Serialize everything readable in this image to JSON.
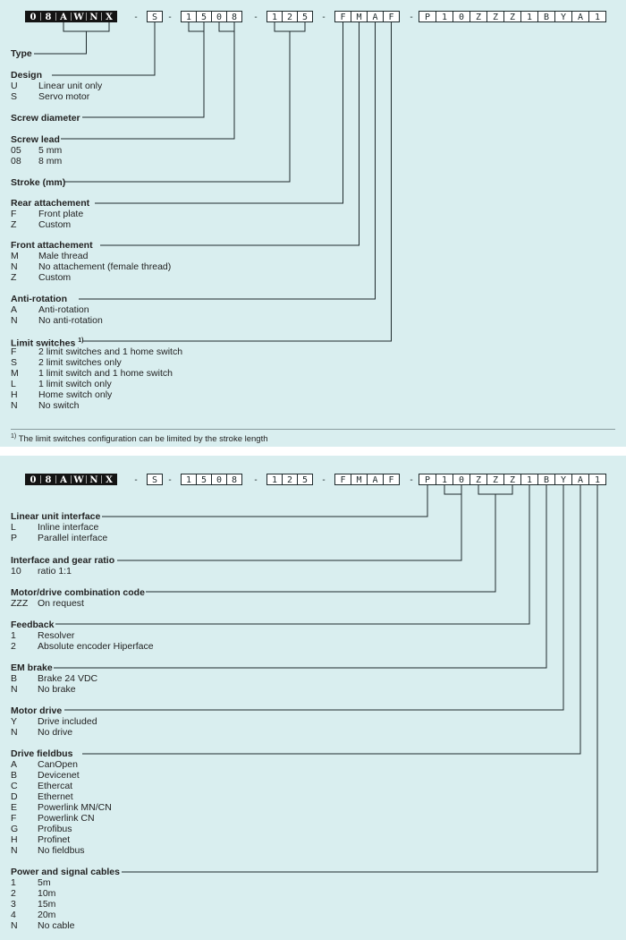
{
  "code": {
    "pre": [
      "0",
      "8",
      "A",
      "W",
      "N",
      "X"
    ],
    "design": "S",
    "diam": [
      "1",
      "5"
    ],
    "lead": [
      "0",
      "8"
    ],
    "stroke": [
      "1",
      "2",
      "5"
    ],
    "opt": [
      "F",
      "M",
      "A",
      "F"
    ],
    "tail": [
      "P",
      "1",
      "0",
      "Z",
      "Z",
      "Z",
      "1",
      "B",
      "Y",
      "A",
      "1"
    ],
    "dash": "-"
  },
  "top": {
    "type": "Type",
    "design": {
      "title": "Design",
      "items": [
        {
          "c": "U",
          "t": "Linear unit only"
        },
        {
          "c": "S",
          "t": "Servo motor"
        }
      ]
    },
    "screw_diameter": "Screw diameter",
    "screw_lead": {
      "title": "Screw lead",
      "items": [
        {
          "c": "05",
          "t": "5 mm"
        },
        {
          "c": "08",
          "t": "8 mm"
        }
      ]
    },
    "stroke": "Stroke (mm)",
    "rear": {
      "title": "Rear attachement",
      "items": [
        {
          "c": "F",
          "t": "Front plate"
        },
        {
          "c": "Z",
          "t": "Custom"
        }
      ]
    },
    "front": {
      "title": "Front attachement",
      "items": [
        {
          "c": "M",
          "t": "Male thread"
        },
        {
          "c": "N",
          "t": "No attachement (female thread)"
        },
        {
          "c": "Z",
          "t": "Custom"
        }
      ]
    },
    "anti": {
      "title": "Anti-rotation",
      "items": [
        {
          "c": "A",
          "t": "Anti-rotation"
        },
        {
          "c": "N",
          "t": "No anti-rotation"
        }
      ]
    },
    "limit": {
      "title": "Limit switches",
      "sup": "1)",
      "items": [
        {
          "c": "F",
          "t": "2 limit switches and 1 home switch"
        },
        {
          "c": "S",
          "t": "2 limit switches only"
        },
        {
          "c": "M",
          "t": "1 limit switch and 1 home switch"
        },
        {
          "c": "L",
          "t": "1 limit switch only"
        },
        {
          "c": "H",
          "t": "Home switch only"
        },
        {
          "c": "N",
          "t": "No switch"
        }
      ]
    },
    "footnote_mark": "1)",
    "footnote": "The limit switches configuration can  be limited by the stroke length"
  },
  "bottom": {
    "interface": {
      "title": "Linear unit interface",
      "items": [
        {
          "c": "L",
          "t": "Inline interface"
        },
        {
          "c": "P",
          "t": "Parallel interface"
        }
      ]
    },
    "gear": {
      "title": "Interface and gear ratio",
      "items": [
        {
          "c": "10",
          "t": "ratio 1:1"
        }
      ]
    },
    "motor": {
      "title": "Motor/drive combination code",
      "items": [
        {
          "c": "ZZZ",
          "t": "On request"
        }
      ]
    },
    "feedback": {
      "title": "Feedback",
      "items": [
        {
          "c": "1",
          "t": "Resolver"
        },
        {
          "c": "2",
          "t": "Absolute encoder Hiperface"
        }
      ]
    },
    "brake": {
      "title": "EM brake",
      "items": [
        {
          "c": "B",
          "t": "Brake 24 VDC"
        },
        {
          "c": "N",
          "t": "No brake"
        }
      ]
    },
    "drive": {
      "title": "Motor drive",
      "items": [
        {
          "c": "Y",
          "t": "Drive included"
        },
        {
          "c": "N",
          "t": "No drive"
        }
      ]
    },
    "fieldbus": {
      "title": "Drive fieldbus",
      "items": [
        {
          "c": "A",
          "t": "CanOpen"
        },
        {
          "c": "B",
          "t": "Devicenet"
        },
        {
          "c": "C",
          "t": "Ethercat"
        },
        {
          "c": "D",
          "t": "Ethernet"
        },
        {
          "c": "E",
          "t": "Powerlink MN/CN"
        },
        {
          "c": "F",
          "t": "Powerlink CN"
        },
        {
          "c": "G",
          "t": "Profibus"
        },
        {
          "c": "H",
          "t": "Profinet"
        },
        {
          "c": "N",
          "t": "No fieldbus"
        }
      ]
    },
    "cables": {
      "title": "Power and signal cables",
      "items": [
        {
          "c": "1",
          "t": "5m"
        },
        {
          "c": "2",
          "t": "10m"
        },
        {
          "c": "3",
          "t": "15m"
        },
        {
          "c": "4",
          "t": "20m"
        },
        {
          "c": "N",
          "t": "No cable"
        }
      ]
    }
  }
}
